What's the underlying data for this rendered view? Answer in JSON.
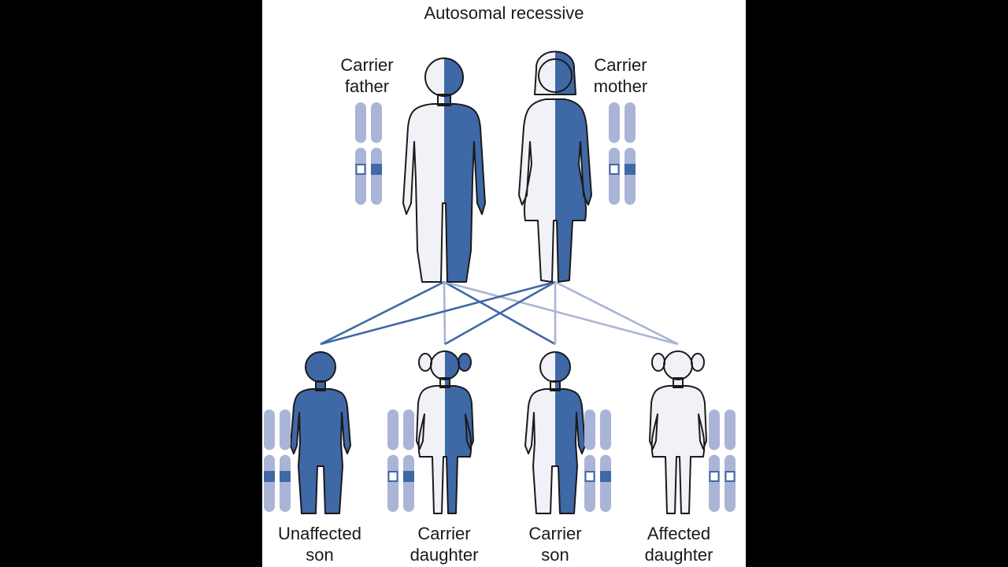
{
  "title": "Autosomal recessive",
  "parents": {
    "father": {
      "line1": "Carrier",
      "line2": "father"
    },
    "mother": {
      "line1": "Carrier",
      "line2": "mother"
    }
  },
  "children": [
    {
      "line1": "Unaffected",
      "line2": "son"
    },
    {
      "line1": "Carrier",
      "line2": "daughter"
    },
    {
      "line1": "Carrier",
      "line2": "son"
    },
    {
      "line1": "Affected",
      "line2": "daughter"
    }
  ],
  "colors": {
    "dominant": "#3f68a6",
    "recessive": "#ffffff",
    "chromosome": "#aab4d6",
    "figure_light": "#f1f1f8",
    "line_dark": "#3f68a6",
    "line_light": "#aab4d6",
    "background": "#000000"
  }
}
